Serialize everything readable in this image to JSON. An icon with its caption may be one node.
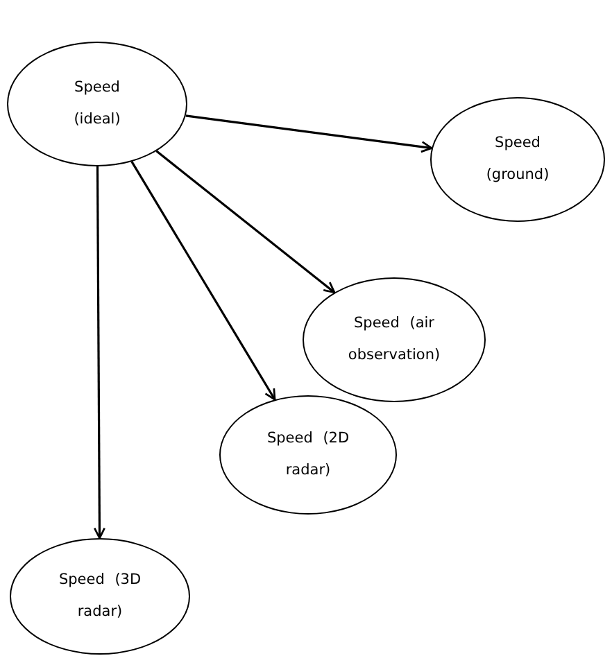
{
  "diagram": {
    "nodes": [
      {
        "text": [
          "Speed (ideal)"
        ]
      },
      {
        "text": [
          "Speed (ground)"
        ]
      },
      {
        "text": [
          "Speed (air observation)"
        ]
      },
      {
        "text": [
          "Speed (2D radar)"
        ]
      },
      {
        "text": [
          "Speed (3D radar)"
        ]
      }
    ],
    "edges": [
      {
        "from": 0,
        "to": 1,
        "arrow": "to"
      },
      {
        "from": 0,
        "to": 2,
        "arrow": "to"
      },
      {
        "from": 0,
        "to": 3,
        "arrow": "to"
      },
      {
        "from": 0,
        "to": 4,
        "arrow": "to"
      }
    ]
  }
}
